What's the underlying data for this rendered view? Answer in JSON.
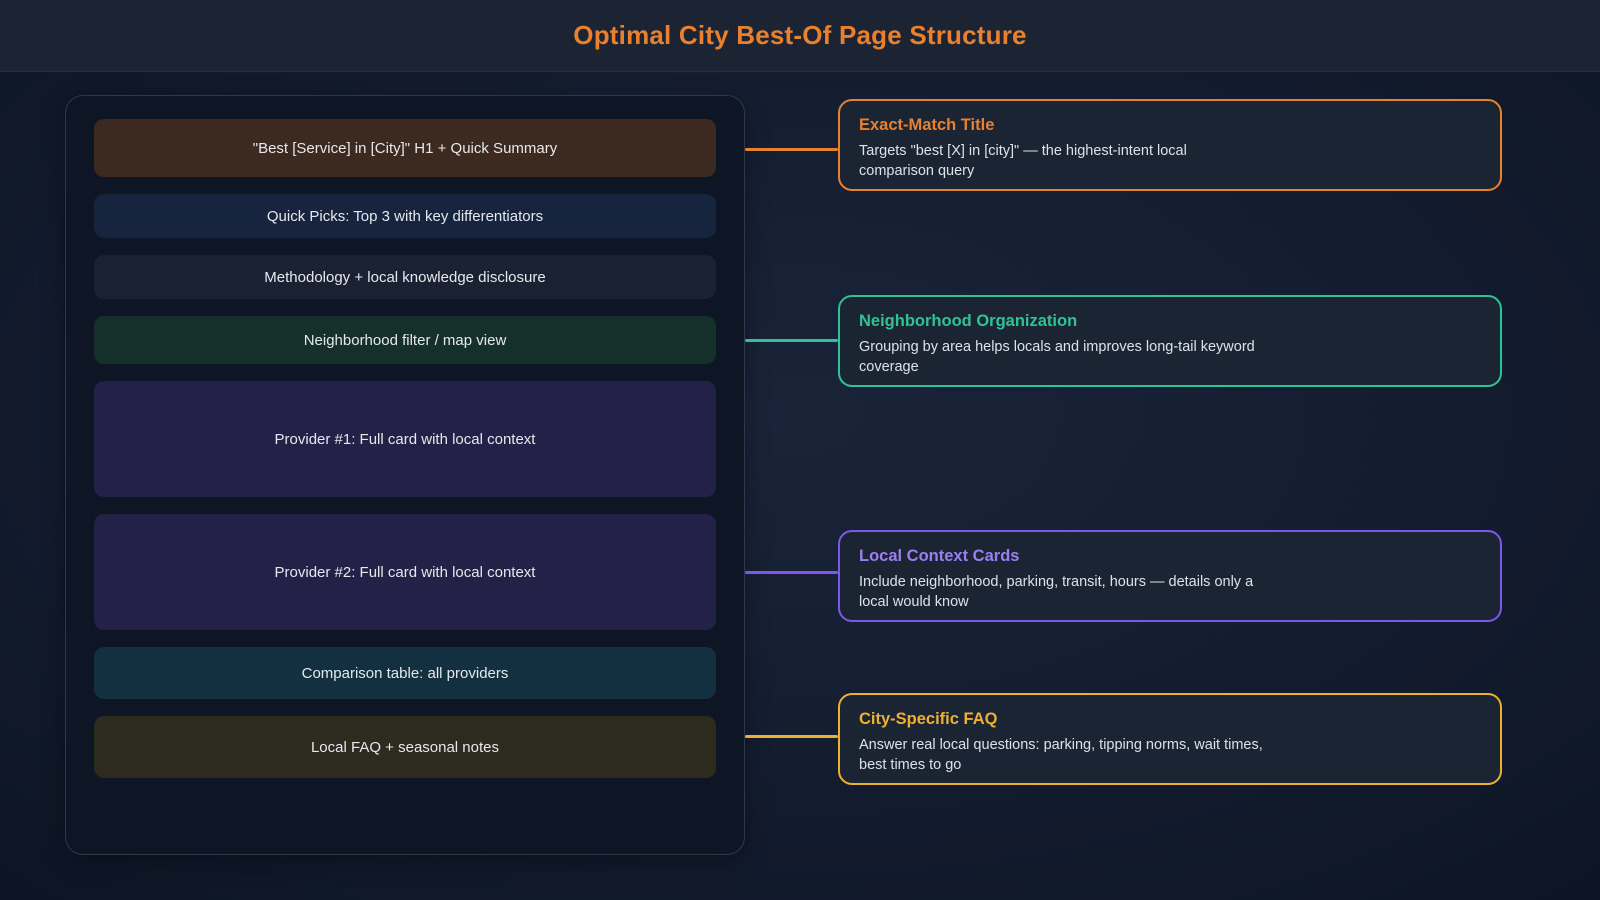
{
  "header": {
    "title": "Optimal City Best-Of Page Structure",
    "title_color": "#e8802e"
  },
  "panel": {
    "rows": [
      {
        "label": "\"Best [Service] in [City]\" H1 + Quick Summary",
        "color": "#3c2a20"
      },
      {
        "label": "Quick Picks: Top 3 with key differentiators",
        "color": "#16243e"
      },
      {
        "label": "Methodology + local knowledge disclosure",
        "color": "#1a2133"
      },
      {
        "label": "Neighborhood filter / map view",
        "color": "#15302a"
      },
      {
        "label": "Provider #1: Full card with local context",
        "color": "#232147"
      },
      {
        "label": "Provider #2: Full card with local context",
        "color": "#232147"
      },
      {
        "label": "Comparison table: all providers",
        "color": "#123040"
      },
      {
        "label": "Local FAQ + seasonal notes",
        "color": "#2d2a1e"
      }
    ]
  },
  "callouts": [
    {
      "title": "Exact-Match Title",
      "body": "Targets \"best [X] in [city]\" — the highest-intent local comparison query",
      "accent": "#e8802e",
      "title_color": "#e8802e"
    },
    {
      "title": "Neighborhood Organization",
      "body": "Grouping by area helps locals and improves long-tail keyword coverage",
      "accent": "#2fc394",
      "title_color": "#2fc394"
    },
    {
      "title": "Local Context Cards",
      "body": "Include neighborhood, parking, transit, hours — details only a local would know",
      "accent": "#7e57ea",
      "title_color": "#9d7df2"
    },
    {
      "title": "City-Specific FAQ",
      "body": "Answer real local questions: parking, tipping norms, wait times, best times to go",
      "accent": "#eeb030",
      "title_color": "#eeb030"
    }
  ]
}
